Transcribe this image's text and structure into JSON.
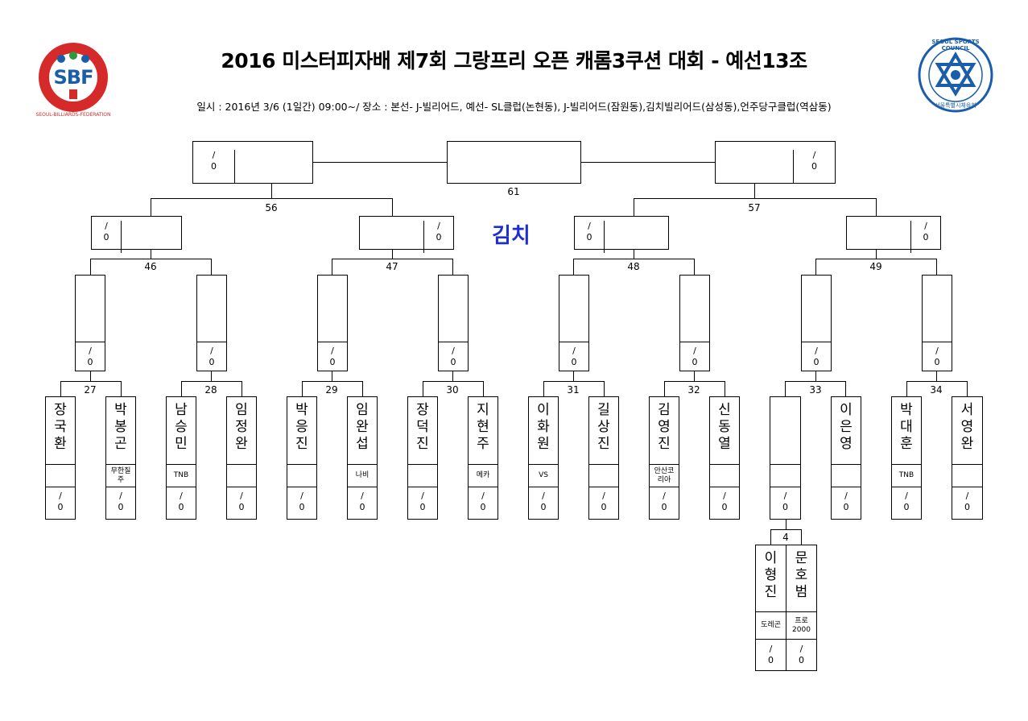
{
  "header": {
    "title": "2016 미스터피자배 제7회 그랑프리 오픈 캐롬3쿠션 대회 - 예선13조",
    "subtitle": "일시 : 2016년 3/6 (1일간) 09:00~/ 장소 : 본선- J-빌리어드, 예선- SL클럽(논현동), J-빌리어드(잠원동),김치빌리어드(삼성동),언주당구클럽(역삼동)",
    "logo_left": {
      "letters": "SBF",
      "ring_text": "SEOUL-BILLIARDS-FEDERATION"
    },
    "logo_right": {
      "ring_text": "SEOUL SPORTS COUNCIL",
      "bottom_text": "서울특별시체육회"
    }
  },
  "venue": "김치",
  "colors": {
    "venue": "#1f2fcf",
    "logo_red": "#d62a2a",
    "logo_blue": "#1a5eab",
    "logo_green": "#2a9a3c"
  },
  "score_text": {
    "slash": "/",
    "zero": "0"
  },
  "match_numbers": {
    "m27": "27",
    "m28": "28",
    "m29": "29",
    "m30": "30",
    "m31": "31",
    "m32": "32",
    "m33": "33",
    "m34": "34",
    "m46": "46",
    "m47": "47",
    "m48": "48",
    "m49": "49",
    "m56": "56",
    "m57": "57",
    "m61": "61",
    "m4": "4"
  },
  "players": [
    {
      "name": "장국환",
      "club": ""
    },
    {
      "name": "박봉곤",
      "club": "무한질주"
    },
    {
      "name": "남승민",
      "club": "TNB"
    },
    {
      "name": "임정완",
      "club": ""
    },
    {
      "name": "박응진",
      "club": ""
    },
    {
      "name": "임완섭",
      "club": "나비"
    },
    {
      "name": "장덕진",
      "club": ""
    },
    {
      "name": "지현주",
      "club": "메카"
    },
    {
      "name": "이화원",
      "club": "VS"
    },
    {
      "name": "길상진",
      "club": ""
    },
    {
      "name": "김영진",
      "club": "안산코리아"
    },
    {
      "name": "신동열",
      "club": ""
    },
    {
      "name": "",
      "club": ""
    },
    {
      "name": "이은영",
      "club": ""
    },
    {
      "name": "박대훈",
      "club": "TNB"
    },
    {
      "name": "서영완",
      "club": ""
    }
  ],
  "prelim": [
    {
      "name": "이형진",
      "club": "도레곤"
    },
    {
      "name": "문호범",
      "club": "프로2000"
    }
  ]
}
